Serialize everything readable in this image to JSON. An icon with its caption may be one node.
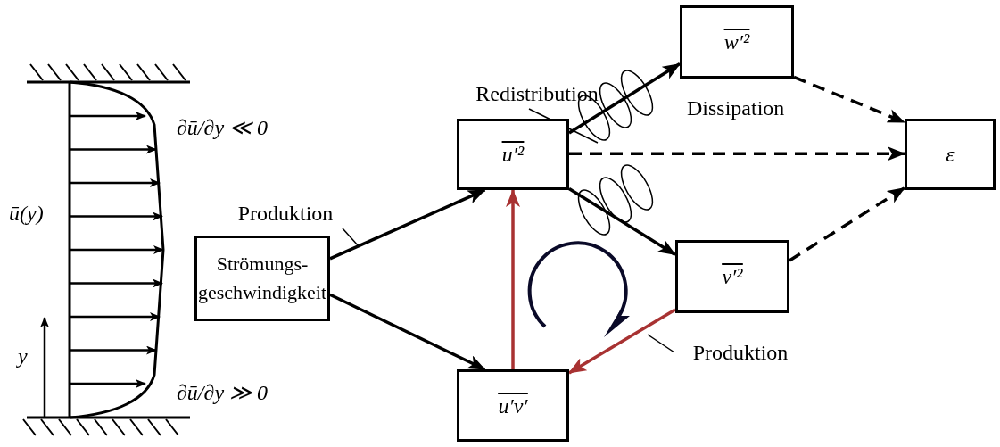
{
  "diagram": {
    "nodes": [
      {
        "text": [
          "Produktion"
        ]
      },
      {
        "text": [
          "Redistribution"
        ]
      },
      {
        "text": [
          "w′²"
        ]
      },
      {
        "text": [
          "u′²"
        ]
      },
      {
        "text": [
          "ε"
        ]
      },
      {
        "text": [
          "Strömungs- geschwindigkeit"
        ]
      },
      {
        "text": [
          "v′²"
        ]
      },
      {
        "text": [
          "Produktion"
        ]
      },
      {
        "text": [
          "u′v′"
        ]
      }
    ],
    "edges": [
      {
        "from": 5,
        "to": 3,
        "arrow": "to"
      },
      {
        "from": 5,
        "to": 8,
        "arrow": "to"
      },
      {
        "from": 3,
        "to": 2,
        "arrow": "to"
      },
      {
        "from": 3,
        "to": 4,
        "arrow": "to",
        "style": "dashed",
        "label": "Dissipation"
      },
      {
        "from": 2,
        "to": 4,
        "arrow": "to",
        "style": "dashed"
      },
      {
        "from": 6,
        "to": 4,
        "arrow": "to",
        "style": "dashed"
      },
      {
        "from": 3,
        "to": 6,
        "arrow": "to"
      },
      {
        "from": 8,
        "to": 3,
        "arrow": "to",
        "color": "#a83232"
      },
      {
        "from": 6,
        "to": 8,
        "arrow": "to",
        "color": "#a83232"
      },
      {
        "from": 0,
        "to": null,
        "arrow": "none"
      },
      {
        "from": 1,
        "to": null,
        "arrow": "none"
      },
      {
        "from": 7,
        "to": null,
        "arrow": "none"
      }
    ],
    "labels": [
      "∂ū/∂y ≪ 0",
      "ū(y)",
      "y",
      "∂ū/∂y ≫ 0"
    ]
  }
}
